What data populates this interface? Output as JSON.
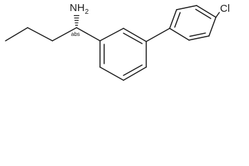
{
  "molecule": {
    "amine_symbol": "NH",
    "amine_subscript": "2",
    "chlorine_symbol": "Cl",
    "stereo_flag": "abs"
  },
  "colors": {
    "ink": "#1a1a1a",
    "background": "#ffffff"
  }
}
